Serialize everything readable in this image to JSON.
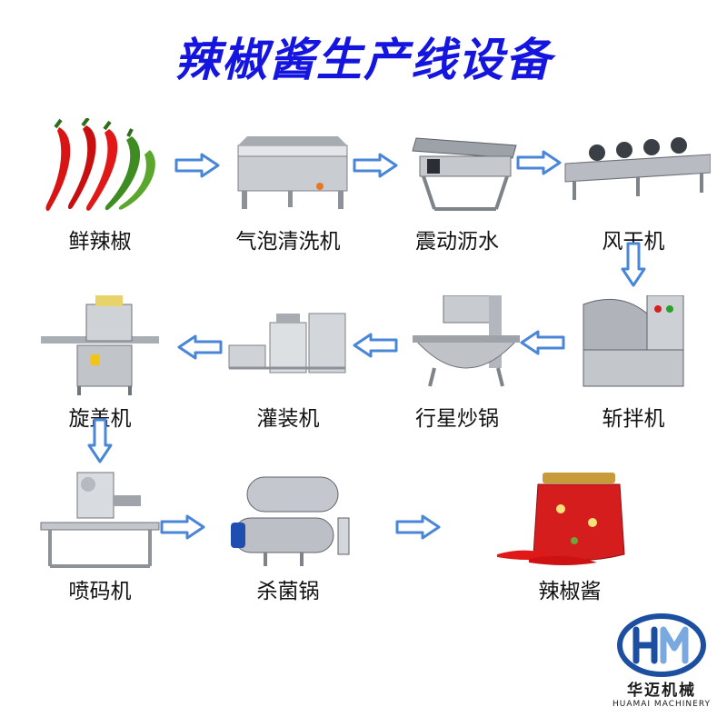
{
  "title": "辣椒酱生产线设备",
  "steps": [
    {
      "label": "鲜辣椒",
      "icon": "red-peppers-icon"
    },
    {
      "label": "气泡清洗机",
      "icon": "bubble-washer-icon"
    },
    {
      "label": "震动沥水",
      "icon": "vibrating-drain-icon"
    },
    {
      "label": "风干机",
      "icon": "air-dryer-icon"
    },
    {
      "label": "斩拌机",
      "icon": "chopper-icon"
    },
    {
      "label": "行星炒锅",
      "icon": "planetary-wok-icon"
    },
    {
      "label": "灌装机",
      "icon": "filling-machine-icon"
    },
    {
      "label": "旋盖机",
      "icon": "capping-machine-icon"
    },
    {
      "label": "喷码机",
      "icon": "coding-machine-icon"
    },
    {
      "label": "杀菌锅",
      "icon": "sterilizer-icon"
    },
    {
      "label": "辣椒酱",
      "icon": "chili-sauce-jar-icon"
    }
  ],
  "logo": {
    "cn": "华迈机械",
    "en": "HUAMAI MACHINERY",
    "mark": "HM"
  },
  "colors": {
    "title": "#1515e0",
    "arrow_stroke": "#4a86d8",
    "arrow_fill": "#ffffff",
    "logo_blue": "#1c4fa0"
  }
}
